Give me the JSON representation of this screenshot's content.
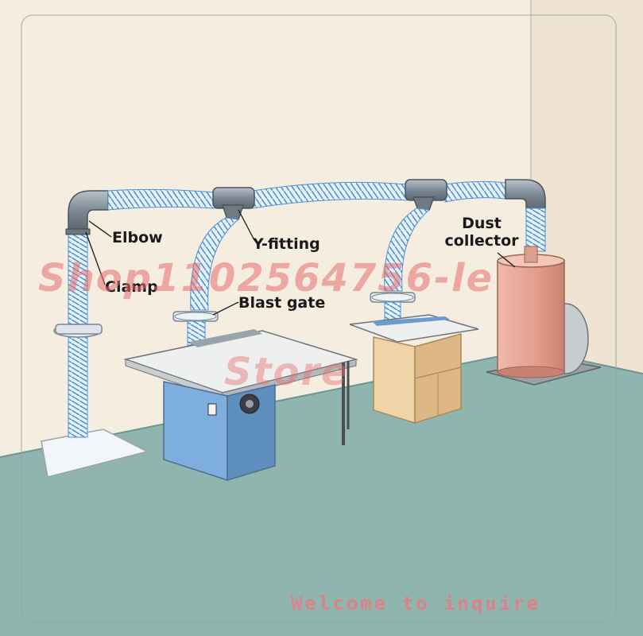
{
  "labels": {
    "elbow": "Elbow",
    "clamp": "Clamp",
    "y_fitting": "Y-fitting",
    "blast_gate": "Blast gate",
    "dust_collector_line1": "Dust",
    "dust_collector_line2": "collector"
  },
  "watermark": {
    "shop": "Shop1102564756-le",
    "store": "Store"
  },
  "footer": {
    "text": "Welcome to inquire"
  },
  "colors": {
    "wall": "#f4ede0",
    "floor": "#8fb5ae",
    "hose": "#5a9bd4",
    "fitting": "#7e8a94",
    "saw_cabinet": "#79a9d9",
    "router_cabinet": "#e8c89a",
    "collector": "#e9a99a",
    "watermark": "#e66e6e"
  }
}
